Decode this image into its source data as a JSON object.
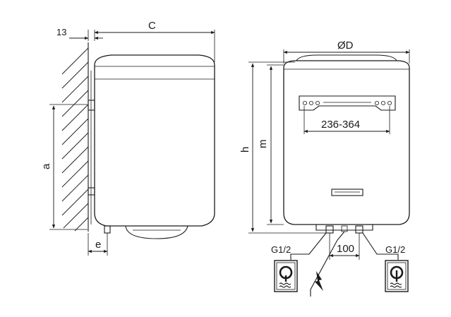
{
  "dimensions": {
    "wall_offset": "13",
    "width_side": "C",
    "diameter": "ØD",
    "bracket_span": "236-364",
    "height_total": "h",
    "height_mount": "m",
    "height_a": "a",
    "depth_e": "e",
    "pipe_spacing": "100"
  },
  "connections": {
    "left_thread": "G1/2",
    "right_thread": "G1/2"
  },
  "colors": {
    "line": "#1a1a1a",
    "background": "#ffffff"
  },
  "icons": {
    "left_connection": "hot-water-tap-icon",
    "center": "electric-bolt-icon",
    "right_connection": "cold-water-tap-icon"
  }
}
